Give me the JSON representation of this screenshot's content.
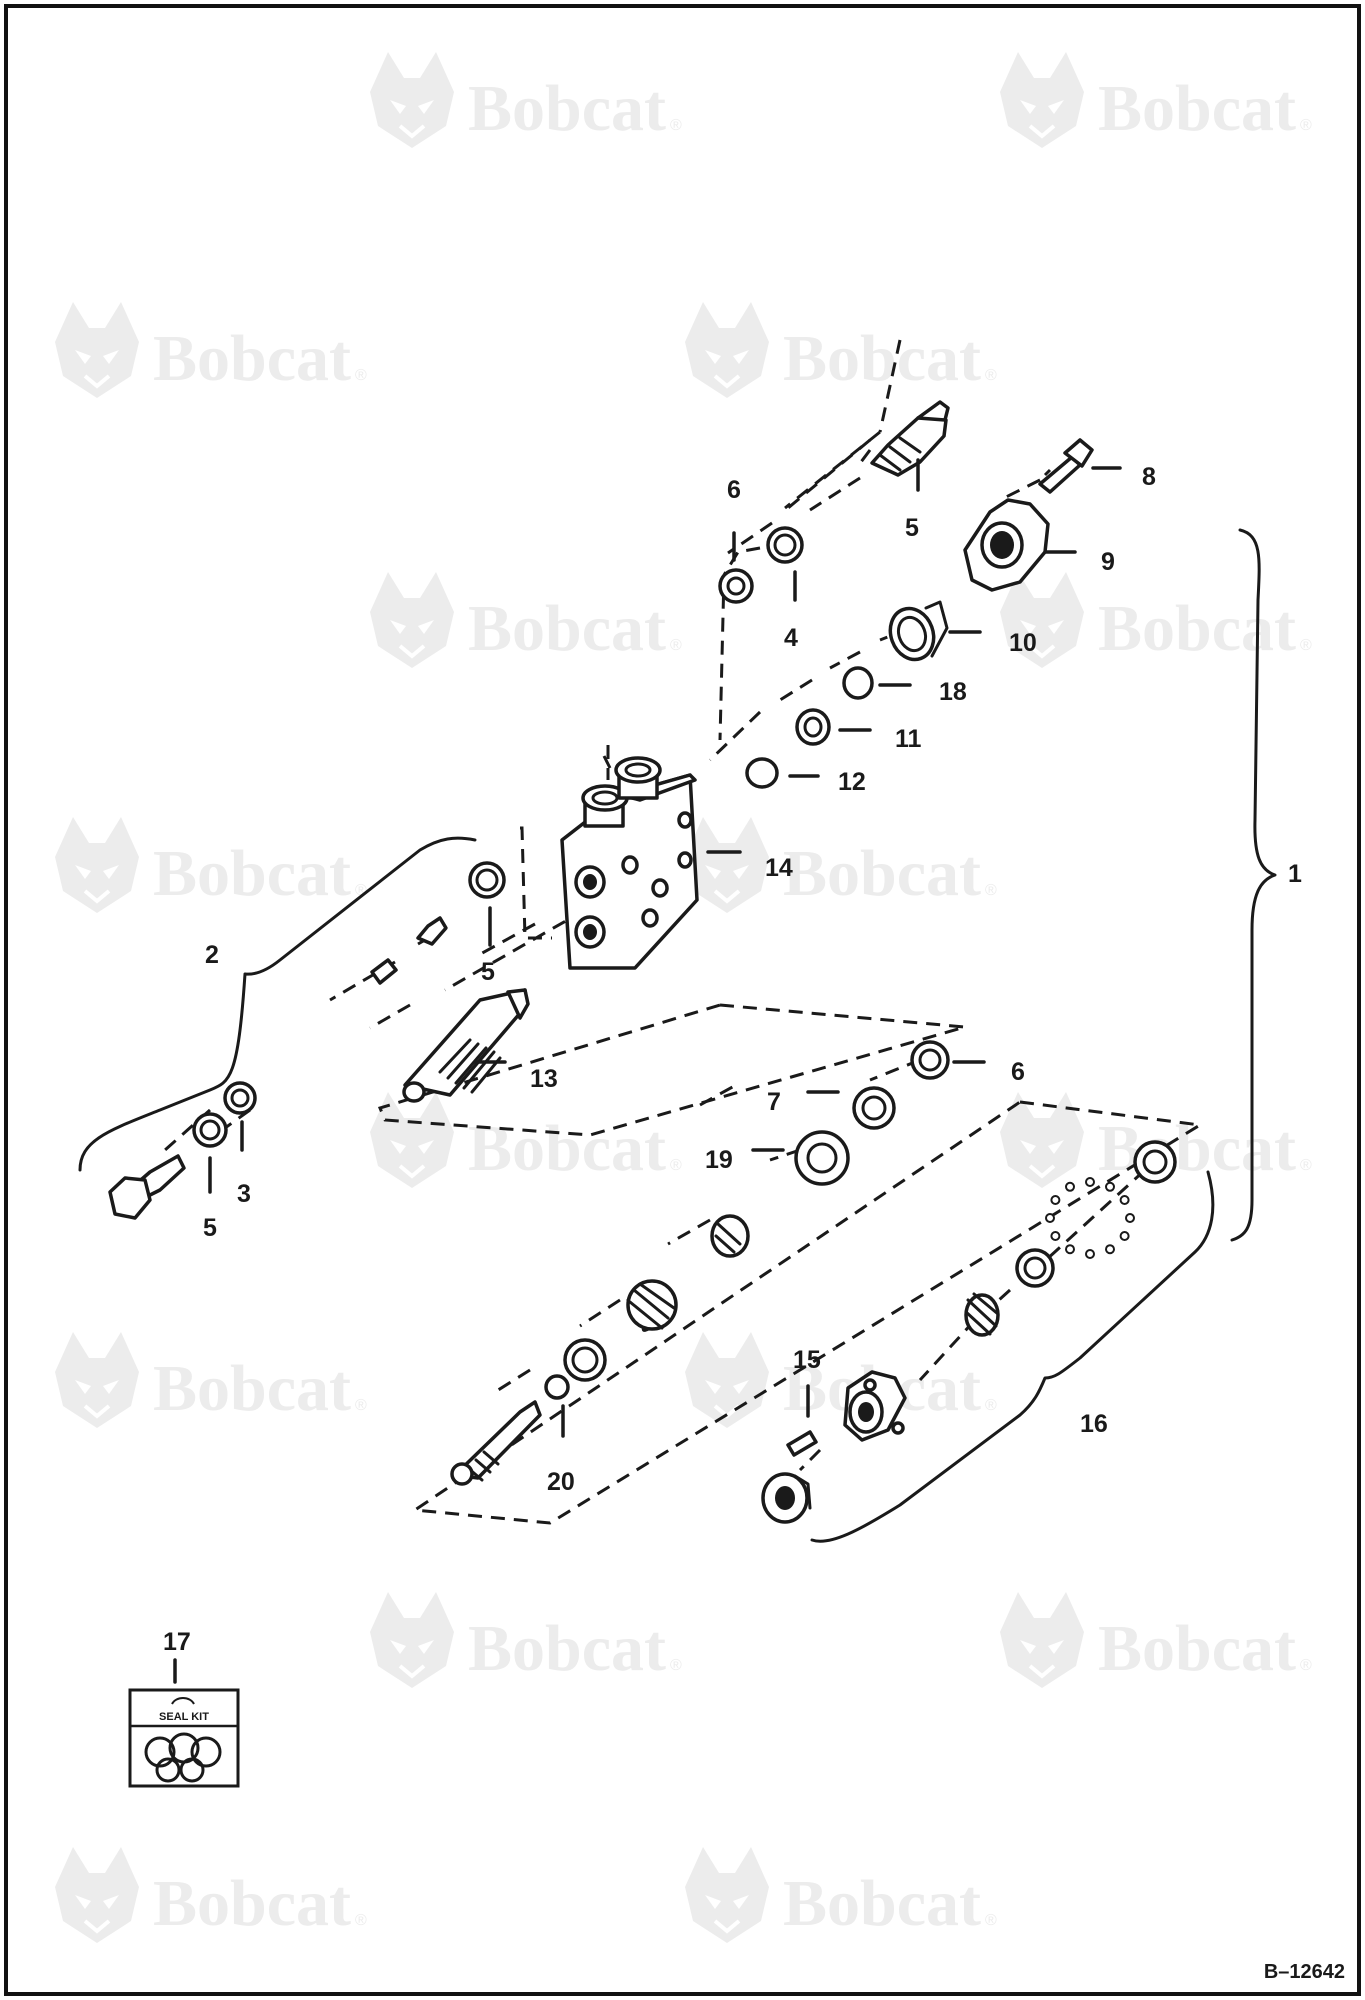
{
  "watermark": {
    "text": "Bobcat",
    "mark": "®",
    "icon": "bobcat-head-logo-icon"
  },
  "callouts": {
    "c1": "1",
    "c2": "2",
    "c3": "3",
    "c4": "4",
    "c5_fitting": "5",
    "c5_oring": "5",
    "c5_washer": "5",
    "c6_top": "6",
    "c6_lower": "6",
    "c7": "7",
    "c8": "8",
    "c9": "9",
    "c10": "10",
    "c11": "11",
    "c12": "12",
    "c13": "13",
    "c14": "14",
    "c15": "15",
    "c16": "16",
    "c17": "17",
    "c18": "18",
    "c19": "19",
    "c20": "20"
  },
  "seal_kit": {
    "label": "SEAL KIT",
    "icon": "seal-kit-icon"
  },
  "reference_code": "B–12642",
  "colors": {
    "line": "#1a1a1a",
    "watermark": "#ececec",
    "border": "#111111"
  }
}
